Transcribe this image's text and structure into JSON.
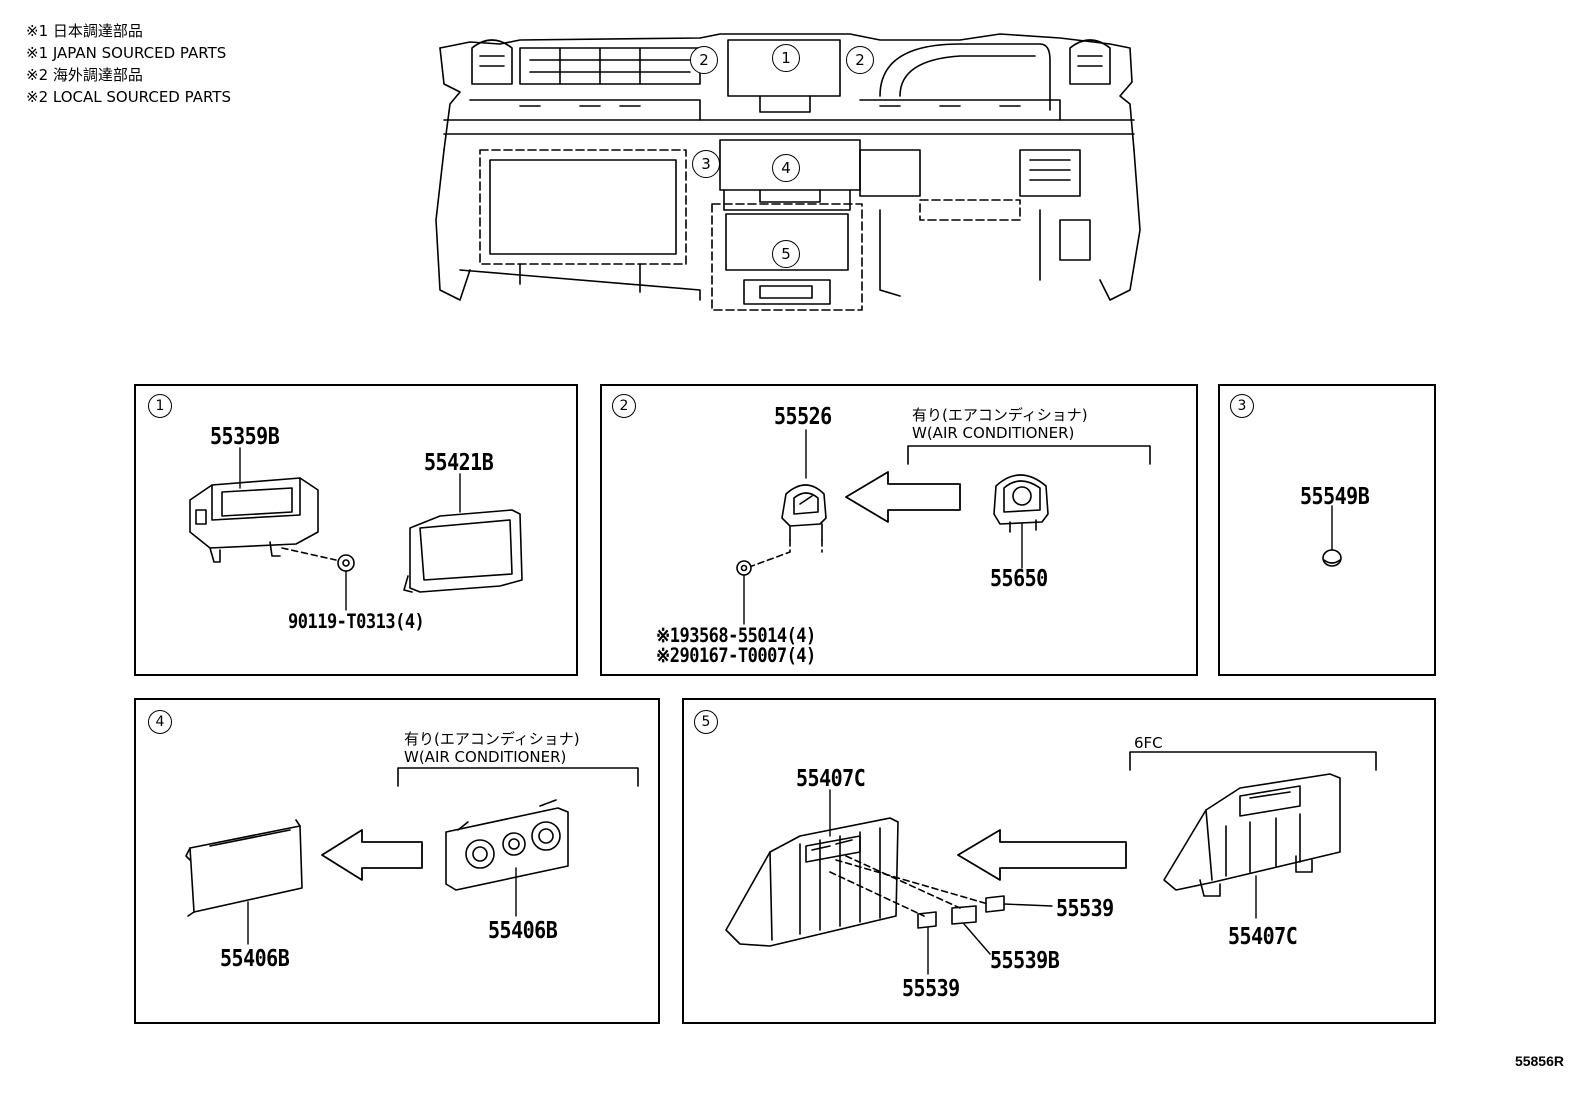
{
  "legend": [
    "※1 日本調達部品",
    "※1 JAPAN SOURCED PARTS",
    "※2 海外調達部品",
    "※2 LOCAL SOURCED PARTS"
  ],
  "overview_markers": [
    "1",
    "2",
    "2",
    "3",
    "4",
    "5"
  ],
  "panels": {
    "p1": {
      "number": "1",
      "parts": [
        "55359B",
        "55421B",
        "90119-T0313(4)"
      ]
    },
    "p2": {
      "number": "2",
      "note_jp": "有り(エアコンディショナ)",
      "note_en": "W(AIR CONDITIONER)",
      "parts": [
        "55526",
        "55650",
        "※193568-55014(4)",
        "※290167-T0007(4)"
      ]
    },
    "p3": {
      "number": "3",
      "parts": [
        "55549B"
      ]
    },
    "p4": {
      "number": "4",
      "note_jp": "有り(エアコンディショナ)",
      "note_en": "W(AIR CONDITIONER)",
      "parts": [
        "55406B",
        "55406B"
      ]
    },
    "p5": {
      "number": "5",
      "note": "6FC",
      "parts": [
        "55407C",
        "55407C",
        "55539",
        "55539",
        "55539B"
      ]
    }
  },
  "diagram_ref": "55856R"
}
